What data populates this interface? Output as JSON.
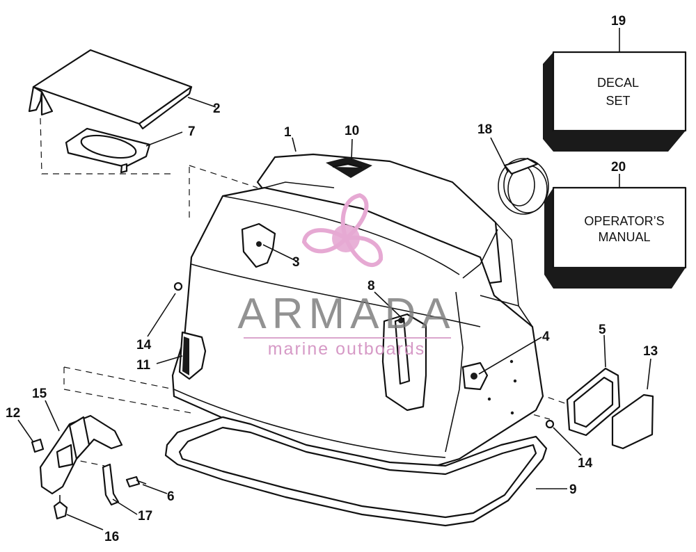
{
  "callouts": {
    "c1": "1",
    "c2": "2",
    "c3": "3",
    "c4": "4",
    "c5": "5",
    "c6": "6",
    "c7": "7",
    "c8": "8",
    "c9": "9",
    "c10": "10",
    "c11": "11",
    "c12": "12",
    "c13": "13",
    "c14a": "14",
    "c14b": "14",
    "c15": "15",
    "c16": "16",
    "c17": "17",
    "c18": "18",
    "c19": "19",
    "c20": "20"
  },
  "decal_box": {
    "line1": "DECAL",
    "line2": "SET"
  },
  "manual_box": {
    "line1": "OPERATOR’S",
    "line2": "MANUAL"
  },
  "watermark": {
    "brand": "ARMADA",
    "tagline": "marine outboards",
    "colors": {
      "brand_text": "#7b7b7b",
      "tagline_text": "#d28fc0",
      "propeller": "#e6a9d3"
    }
  }
}
